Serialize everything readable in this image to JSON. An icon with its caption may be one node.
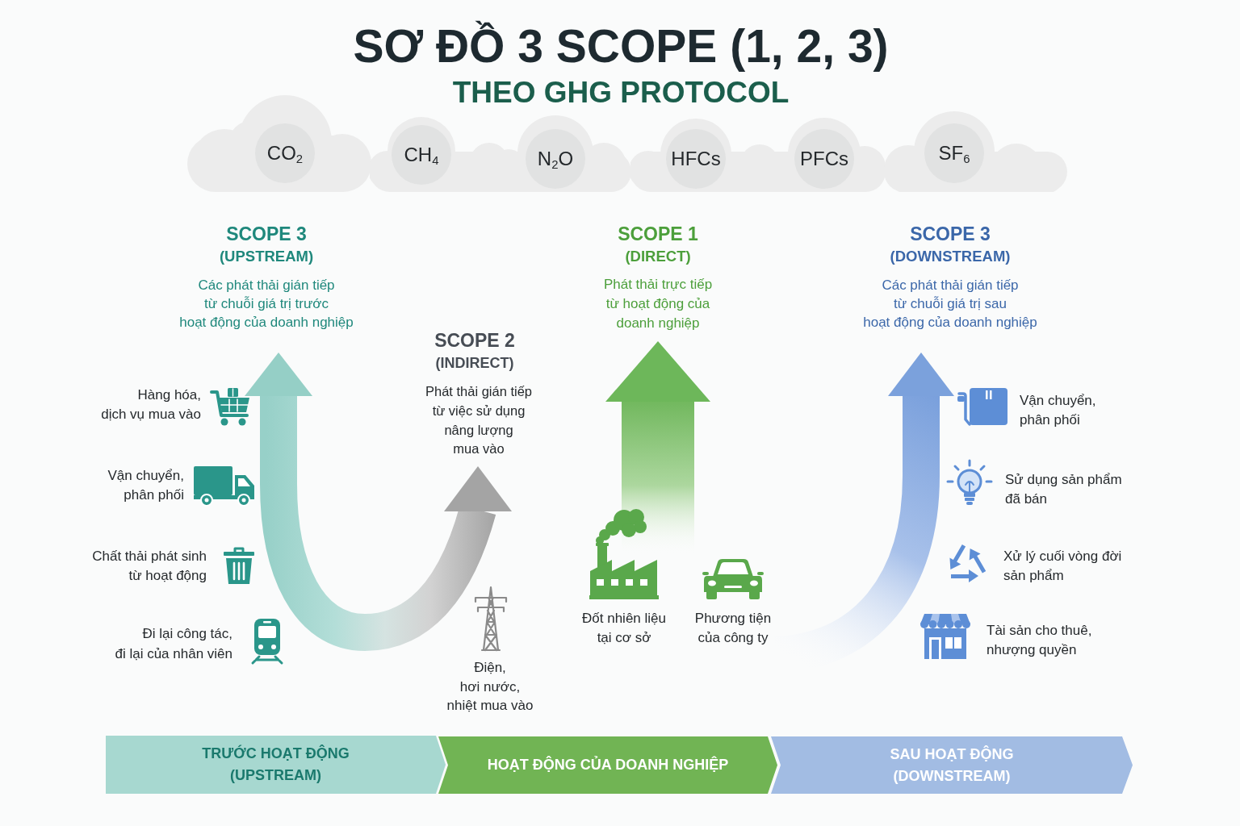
{
  "diagram": {
    "title": "SƠ ĐỒ 3 SCOPE (1, 2, 3)",
    "nodes": [
      {
        "text": [],
        "shape": "cloud"
      },
      {
        "text": [
          "CO$_{2}$"
        ],
        "in": 0
      },
      {
        "text": [],
        "shape": "cloud"
      },
      {
        "text": [
          "CH$_{4}$"
        ],
        "in": 2
      },
      {
        "text": [
          "N$_{2}$O"
        ],
        "in": 2
      },
      {
        "text": [],
        "shape": "cloud"
      },
      {
        "text": [
          "HFCs"
        ],
        "in": 5
      },
      {
        "text": [
          "PFCs"
        ],
        "in": 5
      },
      {
        "text": [],
        "shape": "cloud"
      },
      {
        "text": [
          "SF$_{6}$"
        ],
        "in": 8
      },
      {
        "text": [
          "TRƯỚC HOẠT ĐỘNG (UPSTREAM)"
        ]
      },
      {
        "text": [
          "HOẠT ĐỘNG CỦA DOANH NGHIỆP"
        ]
      },
      {
        "text": [
          "SAU HOẠT ĐỘNG (DOWNSTREAM)"
        ]
      }
    ],
    "labels": [
      "THEO GHG PROTOCOL",
      "SCOPE 3",
      "(UPSTREAM)",
      "Các phát thải gián tiếp từ chuỗi giá trị trước hoạt động của doanh nghiệp",
      "SCOPE 1",
      "(DIRECT)",
      "Phát thải trực tiếp từ hoạt động của doanh nghiệp",
      "SCOPE 3",
      "(DOWNSTREAM)",
      "Các phát thải gián tiếp từ chuỗi giá trị sau hoạt động của doanh nghiệp",
      "SCOPE 2",
      "(INDIRECT)",
      "Phát thải gián tiếp từ việc sử dụng nâng lượng mua vào",
      "Hàng hóa, dịch vụ mua vào",
      "Vận chuyển, phân phối",
      "Chất thải phát sinh từ hoạt động",
      "Đi lại công tác, đi lại của nhân viên",
      "Điện, hơi nước, nhiệt mua vào",
      "Đốt nhiên liệu tại cơ sở",
      "Phương tiện của công ty",
      "Vận chuyển, phân phối",
      "Sử dụng sản phẩm đã bán",
      "Xử lý cuối vòng đời sản phẩm",
      "Tài sản cho thuê, nhượng quyền"
    ]
  }
}
